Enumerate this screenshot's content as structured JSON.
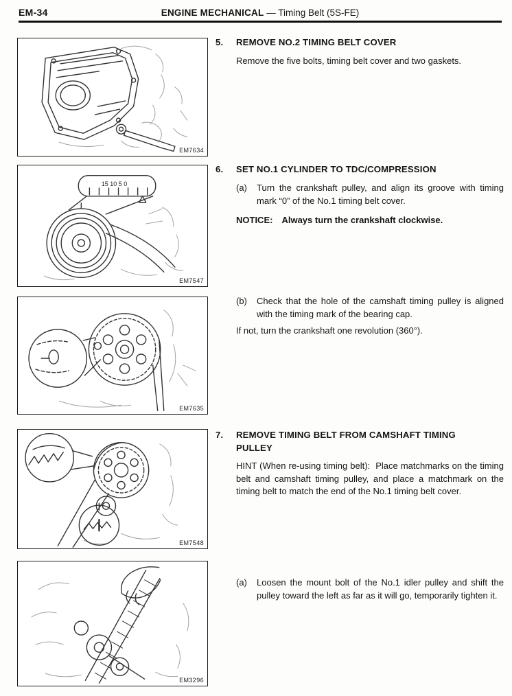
{
  "header": {
    "page_code": "EM-34",
    "title_bold": "ENGINE MECHANICAL",
    "title_rest": "— Timing Belt (5S-FE)"
  },
  "figures": [
    {
      "code": "EM7634"
    },
    {
      "code": "EM7547",
      "scale": "15 10 5 0"
    },
    {
      "code": "EM7635"
    },
    {
      "code": "EM7548"
    },
    {
      "code": "EM3296"
    }
  ],
  "steps": {
    "s5": {
      "no": "5.",
      "title": "REMOVE NO.2 TIMING BELT COVER",
      "body": "Remove the five bolts, timing belt cover and two gaskets."
    },
    "s6": {
      "no": "6.",
      "title": "SET NO.1 CYLINDER TO TDC/COMPRESSION",
      "a_label": "(a)",
      "a_text": "Turn the crankshaft pulley, and align its groove with timing mark “0” of the No.1 timing belt cover.",
      "notice_label": "NOTICE:",
      "notice_text": "Always turn the crankshaft clockwise."
    },
    "s6b": {
      "label": "(b)",
      "text": "Check that the hole of the camshaft timing pulley is aligned with the timing mark of the bearing cap.",
      "follow": "If not, turn the crankshaft one revolution (360°)."
    },
    "s7": {
      "no": "7.",
      "title": "REMOVE TIMING BELT FROM CAMSHAFT TIMING PULLEY",
      "hint": "HINT (When re-using timing belt):  Place matchmarks on the timing belt and camshaft timing pulley, and place a matchmark on the timing belt to match the end of the No.1 timing belt cover."
    },
    "s7a": {
      "label": "(a)",
      "text": "Loosen the mount bolt of the No.1 idler pulley and shift the pulley toward the left as far as it will go, temporarily tighten it."
    }
  }
}
